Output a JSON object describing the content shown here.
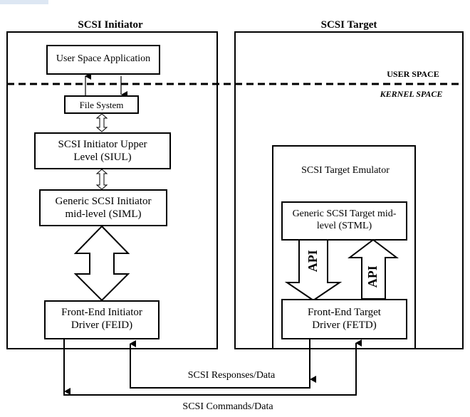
{
  "initiator_title": "SCSI Initiator",
  "target_title": "SCSI Target",
  "user_space_label": "USER SPACE",
  "kernel_space_label": "KERNEL SPACE",
  "initiator": {
    "user_app": "User Space Application",
    "file_system": "File System",
    "siul": "SCSI Initiator Upper Level (SIUL)",
    "siml": "Generic SCSI Initiator mid-level (SIML)",
    "feid": "Front-End Initiator Driver (FEID)"
  },
  "target": {
    "emulator_title": "SCSI Target Emulator",
    "stml": "Generic SCSI Target mid-level (STML)",
    "fetd": "Front-End Target Driver (FETD)",
    "api_down": "API",
    "api_up": "API"
  },
  "responses_label": "SCSI Responses/Data",
  "commands_label": "SCSI Commands/Data"
}
